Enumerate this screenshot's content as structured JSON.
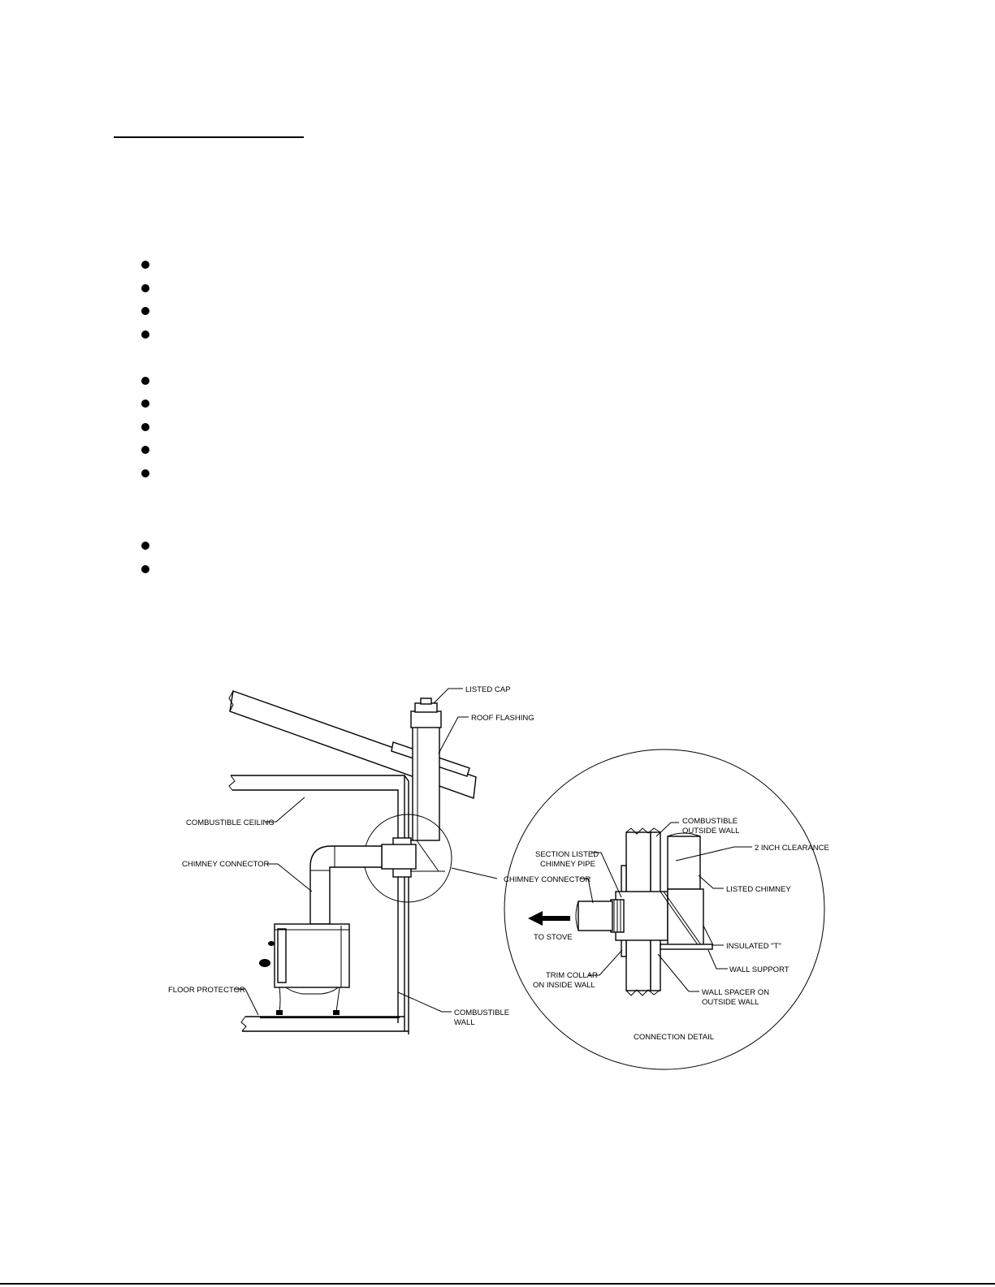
{
  "bullet_count": 11,
  "diagram": {
    "labels": {
      "listed_cap": "LISTED CAP",
      "roof_flashing": "ROOF FLASHING",
      "combustible_ceiling": "COMBUSTIBLE CEILING",
      "chimney_connector_main": "CHIMNEY CONNECTOR",
      "floor_protector": "FLOOR PROTECTOR",
      "combustible_wall_1": "COMBUSTIBLE",
      "combustible_wall_2": "WALL",
      "detail_outside_wall_1": "COMBUSTIBLE",
      "detail_outside_wall_2": "OUTSIDE WALL",
      "clearance": "2 INCH CLEARANCE",
      "section_pipe_1": "SECTION LISTED",
      "section_pipe_2": "CHIMNEY PIPE",
      "chimney_connector_detail": "CHIMNEY CONNECTOR",
      "listed_chimney": "LISTED CHIMNEY",
      "to_stove": "TO STOVE",
      "insulated_t": "INSULATED \"T\"",
      "wall_support": "WALL SUPPORT",
      "trim_collar_1": "TRIM COLLAR",
      "trim_collar_2": "ON INSIDE WALL",
      "wall_spacer_1": "WALL SPACER ON",
      "wall_spacer_2": "OUTSIDE WALL",
      "connection_detail": "CONNECTION DETAIL"
    }
  }
}
